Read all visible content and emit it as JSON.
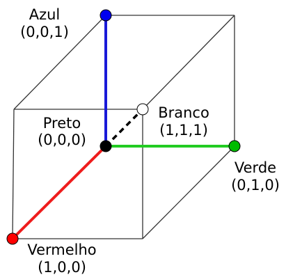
{
  "vertices": {
    "black": {
      "name": "Preto",
      "coords": "(0,0,0)",
      "fill": "#000000"
    },
    "white": {
      "name": "Branco",
      "coords": "(1,1,1)",
      "fill": "#ffffff"
    },
    "red": {
      "name": "Vermelho",
      "coords": "(1,0,0)",
      "fill": "#ff0000"
    },
    "green": {
      "name": "Verde",
      "coords": "(0,1,0)",
      "fill": "#00bb00"
    },
    "blue": {
      "name": "Azul",
      "coords": "(0,0,1)",
      "fill": "#0000ee"
    }
  },
  "colors": {
    "red_axis": "#ee1c1c",
    "green_axis": "#22cc22",
    "blue_axis": "#1a1ad8",
    "cube_edge": "#333333",
    "diagonal": "#000000"
  }
}
